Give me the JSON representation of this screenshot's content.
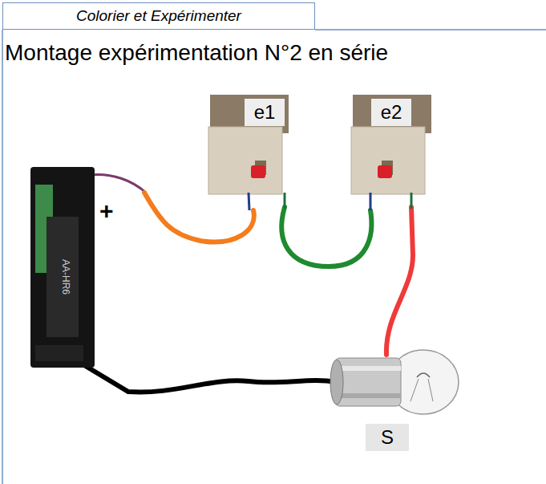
{
  "diagram": {
    "title": "Montage expérimentation N°2 en série",
    "nodes": [
      {
        "text": [
          "Colorier et Expérimenter"
        ]
      },
      {
        "text": [
          "e1"
        ]
      },
      {
        "text": [
          "e2"
        ]
      },
      {
        "text": [
          "S"
        ]
      }
    ],
    "labels": [
      "+",
      "AA-HR6"
    ]
  }
}
